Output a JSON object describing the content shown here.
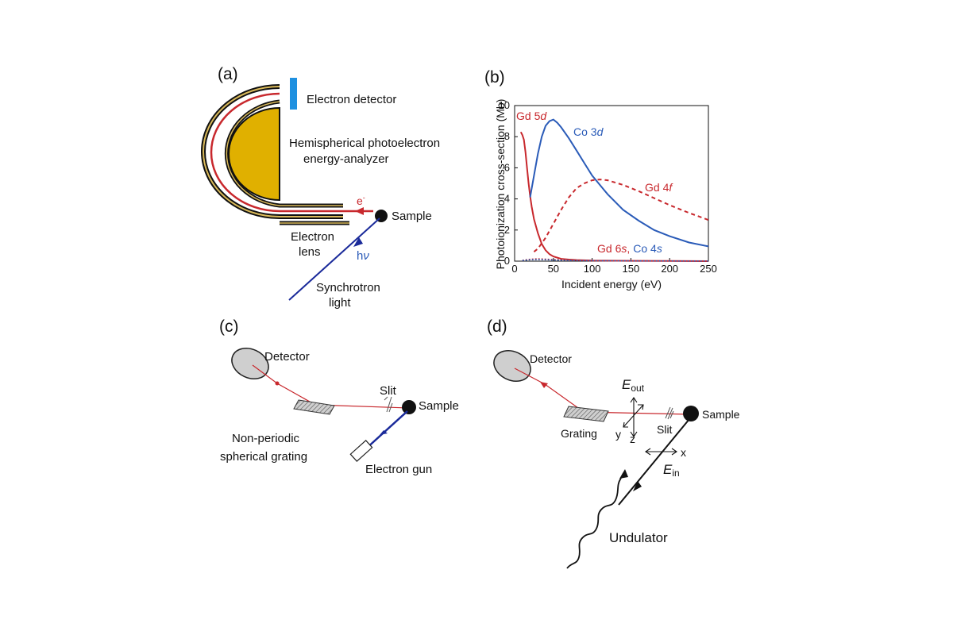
{
  "panel_a": {
    "label": "(a)",
    "detector": "Electron detector",
    "analyzer_line1": "Hemispherical photoelectron",
    "analyzer_line2": "energy-analyzer",
    "electron": "e",
    "electron_sup": "-",
    "sample": "Sample",
    "lens_line1": "Electron",
    "lens_line2": "lens",
    "photon_h": "h",
    "photon_nu": "ν",
    "light_line1": "Synchrotron",
    "light_line2": "light"
  },
  "panel_b": {
    "label": "(b)",
    "series_labels": {
      "gd5d": [
        "Gd 5",
        "d"
      ],
      "co3d": [
        "Co 3",
        "d"
      ],
      "gd4f": [
        "Gd 4",
        "f"
      ],
      "gd6s": [
        "Gd 6",
        "s",
        ","
      ],
      "co4s": [
        "Co 4",
        "s"
      ]
    }
  },
  "panel_c": {
    "label": "(c)",
    "detector": "Detector",
    "slit": "Slit",
    "sample": "Sample",
    "grating_line1": "Non-periodic",
    "grating_line2": "spherical grating",
    "gun": "Electron gun"
  },
  "panel_d": {
    "label": "(d)",
    "detector": "Detector",
    "eout": "E",
    "eout_sub": "out",
    "sample": "Sample",
    "grating": "Grating",
    "slit": "Slit",
    "axis_y": "y",
    "axis_z": "z",
    "axis_x": "x",
    "ein": "E",
    "ein_sub": "in",
    "undulator": "Undulator"
  },
  "colors": {
    "red": "#c8282d",
    "blue": "#2a5bb8",
    "analyzer_fill": "#e0b000",
    "detector_bar": "#1e90e0",
    "grating_gray": "#bdbdbd",
    "ellipse_gray": "#cfcfcf"
  },
  "chart_data": {
    "type": "line",
    "xlabel": "Incident energy (eV)",
    "ylabel": "Photoionization cross-section (Mb)",
    "xlim": [
      0,
      250
    ],
    "ylim": [
      0,
      10
    ],
    "xticks": [
      0,
      50,
      100,
      150,
      200,
      250
    ],
    "yticks": [
      0,
      2,
      4,
      6,
      8,
      10
    ],
    "series": [
      {
        "name": "Gd 5d",
        "color": "#c8282d",
        "dash": "solid",
        "x": [
          8,
          10,
          12,
          14,
          16,
          18,
          20,
          22,
          25,
          30,
          35,
          40,
          45,
          50,
          60,
          70,
          80,
          100,
          150,
          200,
          250
        ],
        "y": [
          8.3,
          8.1,
          7.8,
          7.0,
          6.0,
          5.0,
          4.2,
          3.5,
          2.7,
          1.8,
          1.1,
          0.7,
          0.45,
          0.3,
          0.15,
          0.1,
          0.07,
          0.04,
          0.02,
          0.01,
          0.0
        ]
      },
      {
        "name": "Co 3d",
        "color": "#2a5bb8",
        "dash": "solid",
        "x": [
          20,
          25,
          30,
          35,
          40,
          45,
          50,
          55,
          60,
          70,
          80,
          90,
          100,
          120,
          140,
          160,
          180,
          200,
          225,
          250
        ],
        "y": [
          4.1,
          5.5,
          6.9,
          8.0,
          8.7,
          9.0,
          9.1,
          8.9,
          8.6,
          7.9,
          7.1,
          6.3,
          5.5,
          4.3,
          3.3,
          2.6,
          2.0,
          1.6,
          1.2,
          0.95
        ]
      },
      {
        "name": "Gd 4f",
        "color": "#c8282d",
        "dash": "dashed",
        "x": [
          25,
          30,
          40,
          50,
          60,
          70,
          80,
          90,
          100,
          110,
          120,
          140,
          160,
          180,
          200,
          225,
          250
        ],
        "y": [
          0.6,
          0.8,
          1.5,
          2.4,
          3.3,
          4.1,
          4.7,
          5.0,
          5.2,
          5.25,
          5.2,
          4.9,
          4.5,
          4.05,
          3.6,
          3.1,
          2.65
        ]
      },
      {
        "name": "Gd 6s",
        "color": "#c8282d",
        "dash": "dotted",
        "x": [
          10,
          20,
          30,
          40,
          50,
          75,
          100,
          150,
          200,
          250
        ],
        "y": [
          0.05,
          0.12,
          0.15,
          0.13,
          0.1,
          0.06,
          0.04,
          0.02,
          0.01,
          0.01
        ]
      },
      {
        "name": "Co 4s",
        "color": "#2a5bb8",
        "dash": "dotted",
        "x": [
          10,
          20,
          30,
          40,
          50,
          75,
          100,
          150,
          200,
          250
        ],
        "y": [
          0.04,
          0.09,
          0.1,
          0.09,
          0.07,
          0.04,
          0.03,
          0.015,
          0.01,
          0.005
        ]
      }
    ]
  }
}
